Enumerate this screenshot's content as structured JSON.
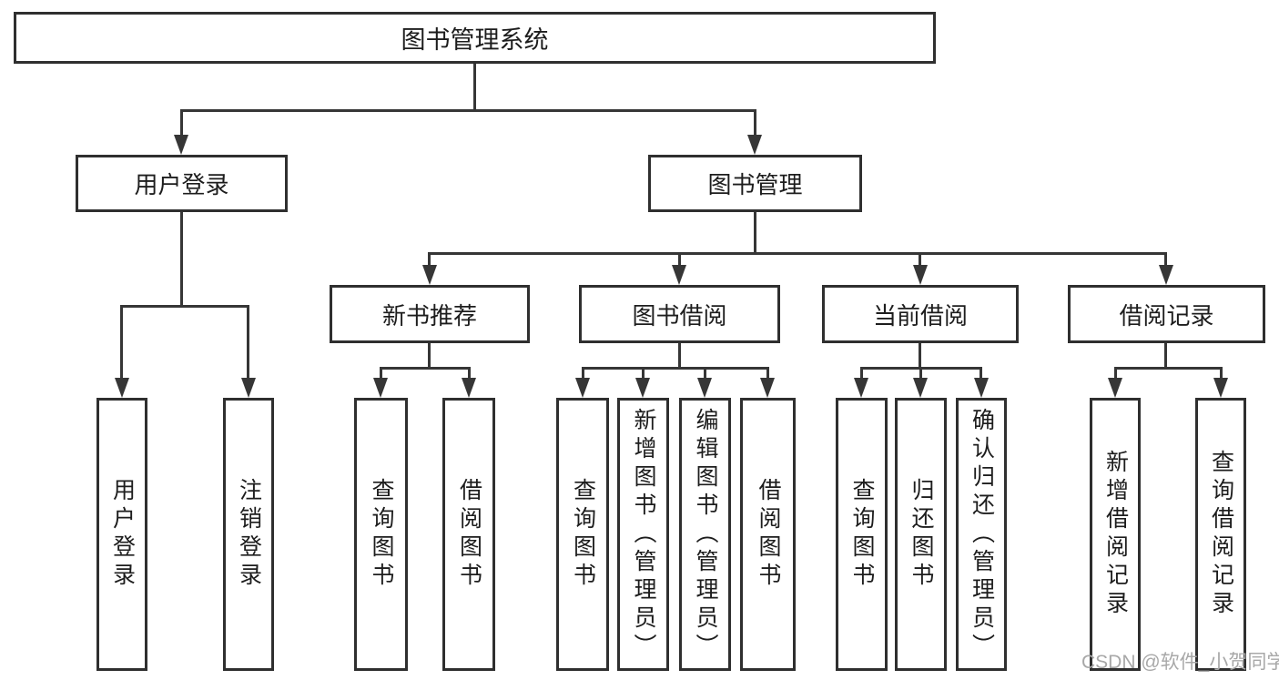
{
  "tree": {
    "label": "图书管理系统",
    "children": [
      {
        "label": "用户登录",
        "children": [
          {
            "label": "用户登录"
          },
          {
            "label": "注销登录"
          }
        ]
      },
      {
        "label": "图书管理",
        "children": [
          {
            "label": "新书推荐",
            "children": [
              {
                "label": "查询图书"
              },
              {
                "label": "借阅图书"
              }
            ]
          },
          {
            "label": "图书借阅",
            "children": [
              {
                "label": "查询图书"
              },
              {
                "label": "新增图书（管理员）"
              },
              {
                "label": "编辑图书（管理员）"
              },
              {
                "label": "借阅图书"
              }
            ]
          },
          {
            "label": "当前借阅",
            "children": [
              {
                "label": "查询图书"
              },
              {
                "label": "归还图书"
              },
              {
                "label": "确认归还（管理员）"
              }
            ]
          },
          {
            "label": "借阅记录",
            "children": [
              {
                "label": "新增借阅记录"
              },
              {
                "label": "查询借阅记录"
              }
            ]
          }
        ]
      }
    ]
  },
  "watermark": {
    "text": "CSDN @软件_小贺同学"
  },
  "colors": {
    "line": "#363636",
    "border": "#2f2f2f",
    "text": "#1d1d1d",
    "wm": "#a8a8a8",
    "bg": "#ffffff"
  }
}
